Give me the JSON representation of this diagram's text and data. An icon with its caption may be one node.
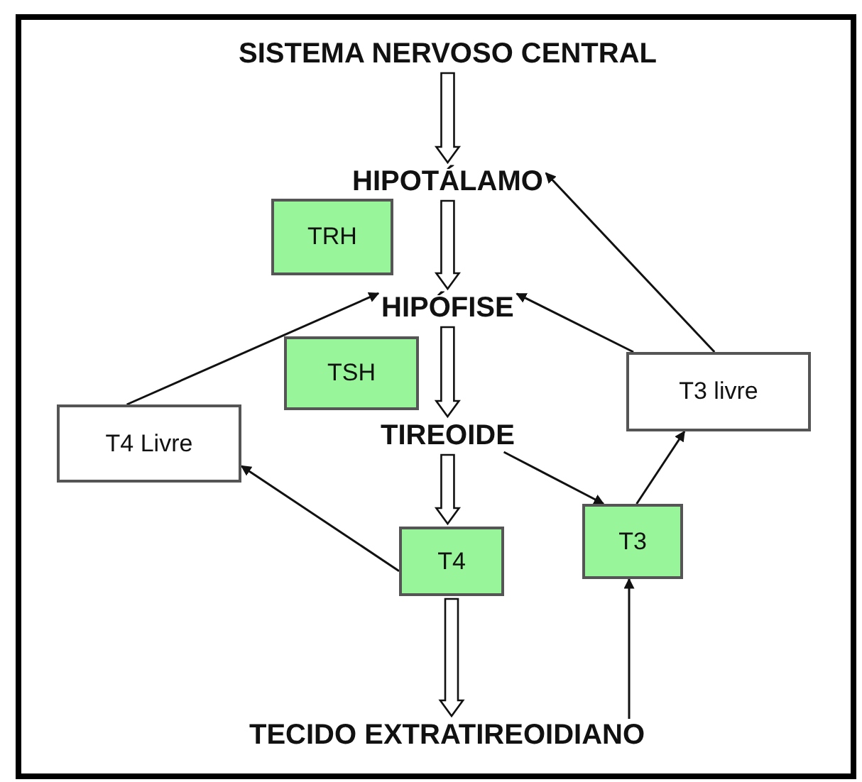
{
  "diagram": {
    "nodes": [
      {
        "text": [
          "SISTEMA NERVOSO CENTRAL"
        ]
      },
      {
        "text": [
          "HIPOTÁLAMO"
        ]
      },
      {
        "text": [
          "TRH"
        ]
      },
      {
        "text": [
          "HIPÓFISE"
        ]
      },
      {
        "text": [
          "TSH"
        ]
      },
      {
        "text": [
          "T4 Livre"
        ]
      },
      {
        "text": [
          "T3 livre"
        ]
      },
      {
        "text": [
          "TIREOIDE"
        ]
      },
      {
        "text": [
          "T4"
        ]
      },
      {
        "text": [
          "T3"
        ]
      },
      {
        "text": [
          "TECIDO EXTRATIREOIDIANO"
        ]
      }
    ],
    "edges": [
      {
        "from": 0,
        "to": 1,
        "arrow": "to",
        "style": "thick"
      },
      {
        "from": 1,
        "to": 3,
        "arrow": "to",
        "style": "thick"
      },
      {
        "from": 3,
        "to": 7,
        "arrow": "to",
        "style": "thick"
      },
      {
        "from": 7,
        "to": 8,
        "arrow": "to",
        "style": "thick"
      },
      {
        "from": 8,
        "to": 10,
        "arrow": "to",
        "style": "thick"
      },
      {
        "from": 5,
        "to": 3,
        "arrow": "to"
      },
      {
        "from": 8,
        "to": 5,
        "arrow": "to"
      },
      {
        "from": 7,
        "to": 9,
        "arrow": "to"
      },
      {
        "from": 9,
        "to": 6,
        "arrow": "to"
      },
      {
        "from": 6,
        "to": 3,
        "arrow": "to"
      },
      {
        "from": 6,
        "to": 1,
        "arrow": "to"
      },
      {
        "from": 10,
        "to": 9,
        "arrow": "to"
      }
    ]
  }
}
